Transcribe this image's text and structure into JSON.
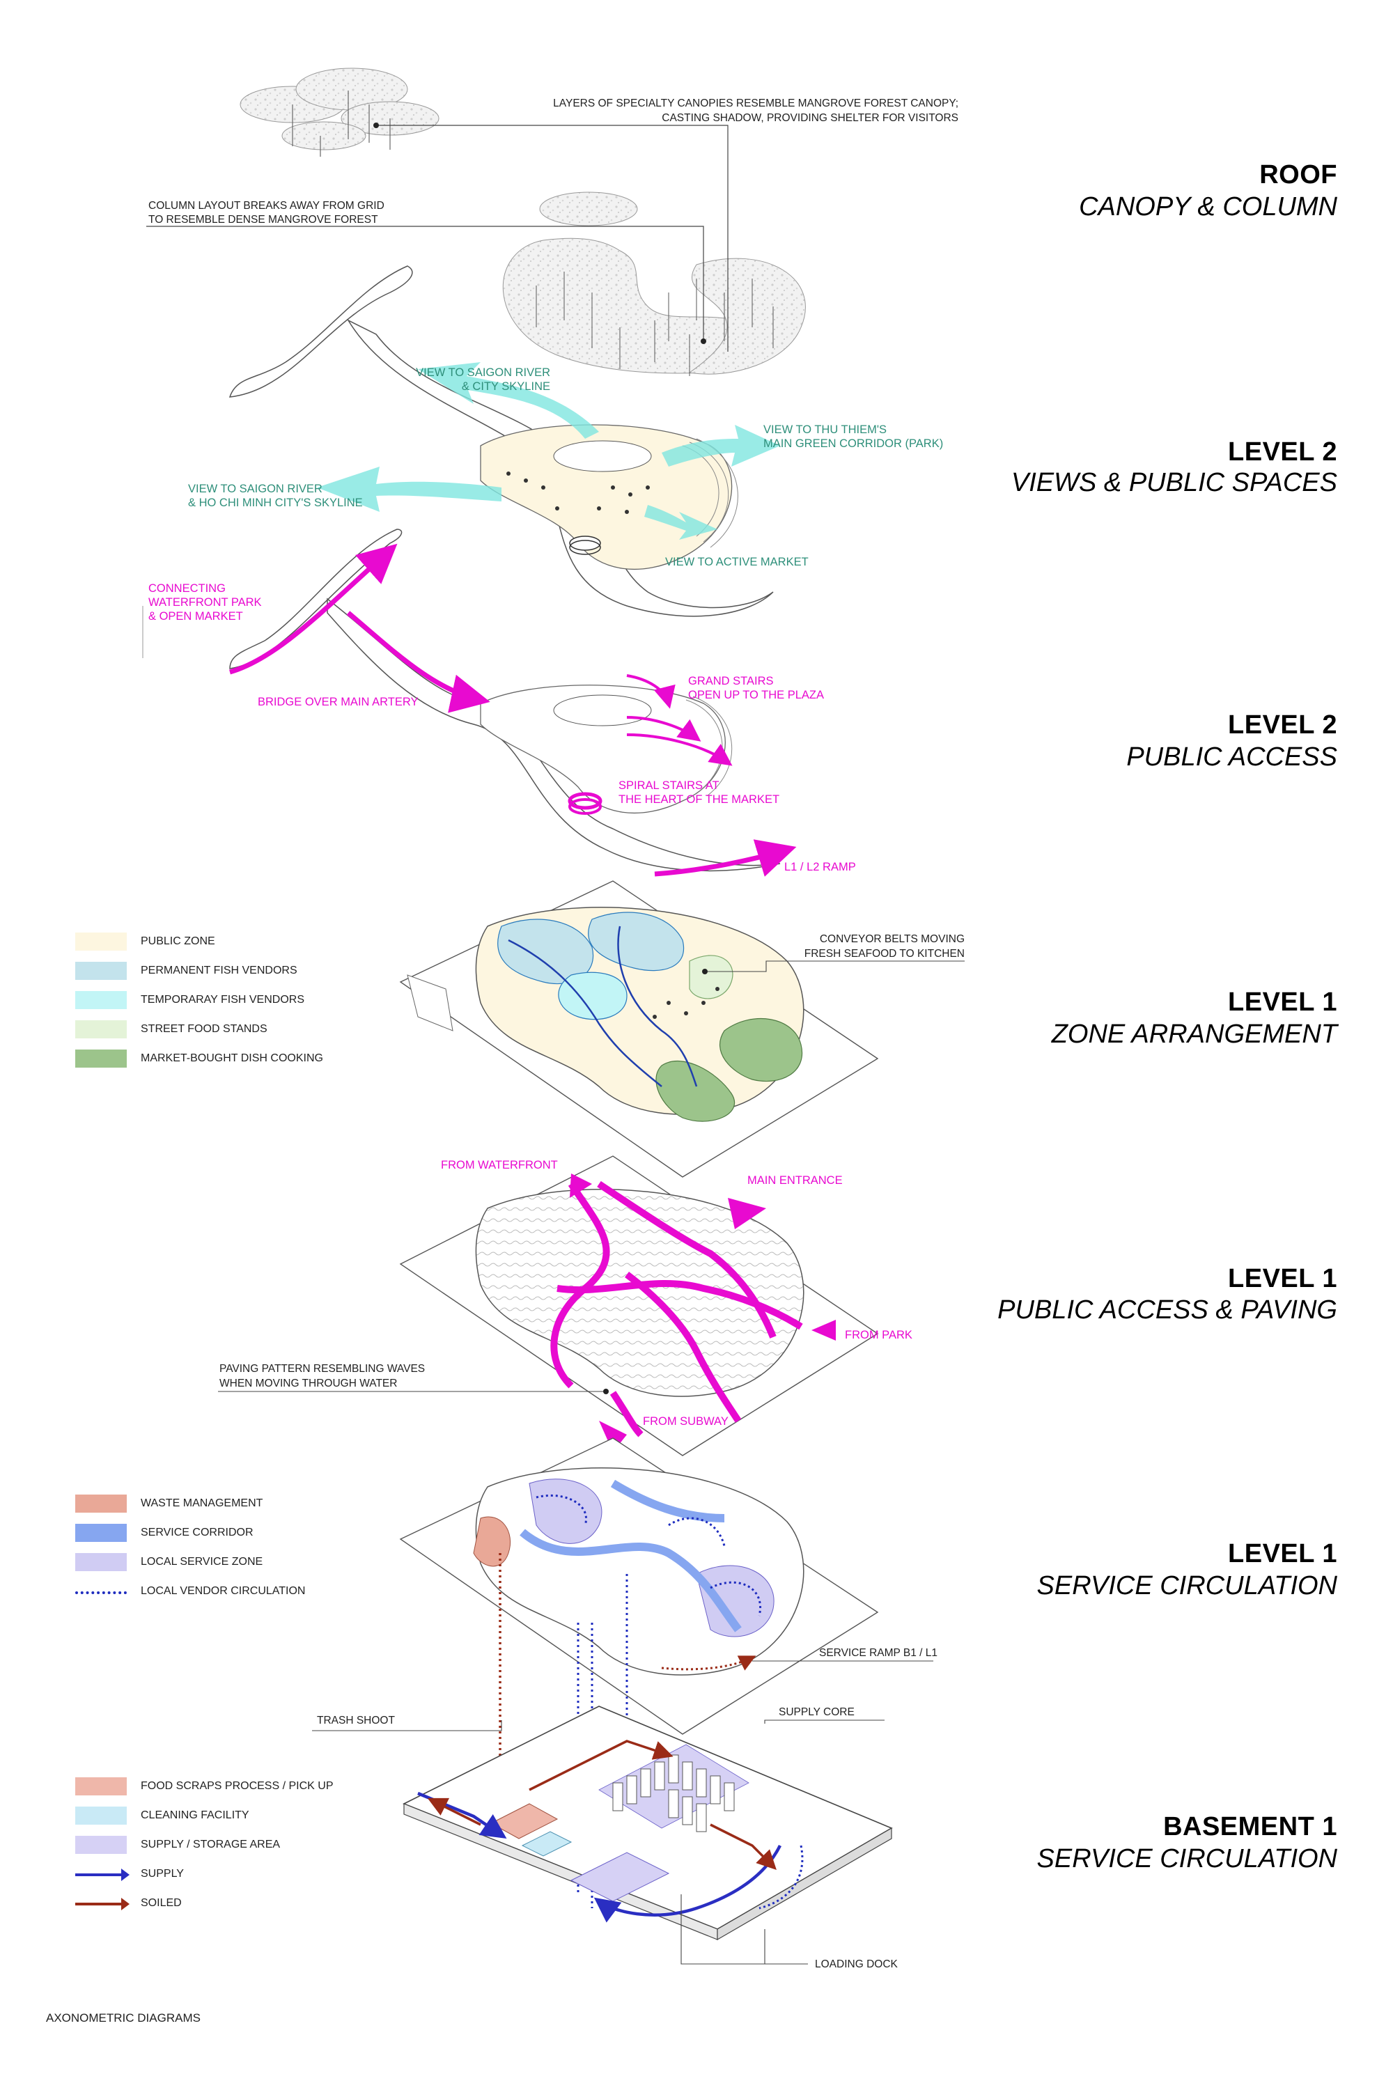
{
  "footer": "AXONOMETRIC DIAGRAMS",
  "sections": {
    "roof": {
      "bold": "ROOF",
      "italic": "CANOPY & COLUMN"
    },
    "l2_views": {
      "bold": "LEVEL 2",
      "italic": "VIEWS & PUBLIC SPACES"
    },
    "l2_access": {
      "bold": "LEVEL 2",
      "italic": "PUBLIC ACCESS"
    },
    "l1_zone": {
      "bold": "LEVEL 1",
      "italic": "ZONE ARRANGEMENT"
    },
    "l1_paving": {
      "bold": "LEVEL 1",
      "italic": "PUBLIC ACCESS & PAVING"
    },
    "l1_service": {
      "bold": "LEVEL 1",
      "italic": "SERVICE CIRCULATION"
    },
    "b1_service": {
      "bold": "BASEMENT 1",
      "italic": "SERVICE CIRCULATION"
    }
  },
  "annotations": {
    "canopy_line1": "LAYERS OF SPECIALTY CANOPIES RESEMBLE MANGROVE FOREST CANOPY;",
    "canopy_line2": "CASTING SHADOW, PROVIDING SHELTER FOR VISITORS",
    "column_line1": "COLUMN LAYOUT BREAKS AWAY FROM GRID",
    "column_line2": "TO RESEMBLE DENSE MANGROVE FOREST",
    "view_river_city1": "VIEW TO SAIGON RIVER",
    "view_river_city2": "& CITY SKYLINE",
    "view_thuthiem1": "VIEW TO THU THIEM'S",
    "view_thuthiem2": "MAIN GREEN CORRIDOR (PARK)",
    "view_river_hcm1": "VIEW TO SAIGON RIVER",
    "view_river_hcm2": "& HO CHI MINH CITY'S SKYLINE",
    "view_market": "VIEW TO ACTIVE MARKET",
    "connecting1": "CONNECTING",
    "connecting2": "WATERFRONT PARK",
    "connecting3": "& OPEN MARKET",
    "bridge": "BRIDGE OVER MAIN ARTERY",
    "grand_stairs1": "GRAND STAIRS",
    "grand_stairs2": "OPEN UP TO THE PLAZA",
    "spiral1": "SPIRAL STAIRS AT",
    "spiral2": "THE HEART OF THE MARKET",
    "ramp": "L1 / L2 RAMP",
    "conveyor1": "CONVEYOR BELTS MOVING",
    "conveyor2": "FRESH SEAFOOD TO KITCHEN",
    "from_waterfront": "FROM WATERFRONT",
    "main_entrance": "MAIN ENTRANCE",
    "from_park": "FROM PARK",
    "from_subway": "FROM SUBWAY",
    "paving1": "PAVING PATTERN RESEMBLING WAVES",
    "paving2": "WHEN MOVING THROUGH WATER",
    "service_ramp": "SERVICE RAMP B1 / L1",
    "trash": "TRASH SHOOT",
    "supply_core": "SUPPLY CORE",
    "loading_dock": "LOADING DOCK"
  },
  "legend_zone": [
    {
      "label": "PUBLIC ZONE",
      "color": "#fdf6e0"
    },
    {
      "label": "PERMANENT FISH VENDORS",
      "color": "#c3e3ec"
    },
    {
      "label": "TEMPORARAY FISH VENDORS",
      "color": "#c2f5f6"
    },
    {
      "label": "STREET FOOD STANDS",
      "color": "#e4f3d8"
    },
    {
      "label": "MARKET-BOUGHT DISH COOKING",
      "color": "#9cc48b"
    }
  ],
  "legend_service": [
    {
      "label": "WASTE MANAGEMENT",
      "color": "#e9a897",
      "kind": "swatch"
    },
    {
      "label": "SERVICE CORRIDOR",
      "color": "#86a6f0",
      "kind": "swatch"
    },
    {
      "label": "LOCAL SERVICE ZONE",
      "color": "#d0ccf3",
      "kind": "swatch"
    },
    {
      "label": "LOCAL VENDOR CIRCULATION",
      "color": "#1f2dbf",
      "kind": "dotted"
    }
  ],
  "legend_basement": [
    {
      "label": "FOOD SCRAPS PROCESS / PICK UP",
      "color": "#efb7aa",
      "kind": "swatch"
    },
    {
      "label": "CLEANING FACILITY",
      "color": "#c9eaf6",
      "kind": "swatch"
    },
    {
      "label": "SUPPLY /  STORAGE AREA",
      "color": "#d6d1f5",
      "kind": "swatch"
    },
    {
      "label": "SUPPLY",
      "color": "#2a2ec2",
      "kind": "arrow"
    },
    {
      "label": "SOILED",
      "color": "#9a2b17",
      "kind": "arrow"
    }
  ],
  "colors": {
    "teal_text": "#2e8f7a",
    "magenta": "#e80ad0",
    "view_arrow": "#7fe6e0",
    "supply": "#2a2ec2",
    "soiled": "#9a2b17"
  }
}
